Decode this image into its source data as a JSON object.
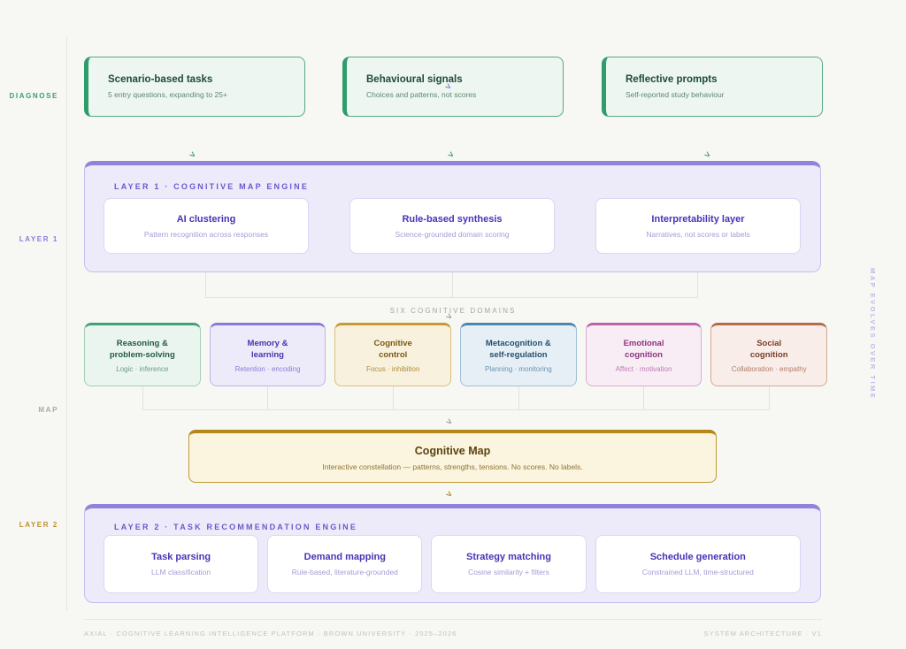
{
  "icons": {
    "flow_arrow": ">"
  },
  "colors": {
    "background": "#F7F7F3",
    "green_accent": "#2E9C6B",
    "purple_accent": "#9183DB",
    "gold_accent": "#B5871A"
  },
  "stage_labels": {
    "diagnose": "DIAGNOSE",
    "layer1": "LAYER 1",
    "map": "MAP",
    "layer2": "LAYER 2"
  },
  "diagnose": {
    "cards": [
      {
        "title": "Scenario-based tasks",
        "subtitle": "5 entry questions, expanding to 25+"
      },
      {
        "title": "Behavioural signals",
        "subtitle": "Choices and patterns, not scores"
      },
      {
        "title": "Reflective prompts",
        "subtitle": "Self-reported study behaviour"
      }
    ]
  },
  "layer1": {
    "header": "LAYER 1 · COGNITIVE MAP ENGINE",
    "cards": [
      {
        "title": "AI clustering",
        "subtitle": "Pattern recognition across responses"
      },
      {
        "title": "Rule-based synthesis",
        "subtitle": "Science-grounded domain scoring"
      },
      {
        "title": "Interpretability layer",
        "subtitle": "Narratives, not scores or labels"
      }
    ]
  },
  "domains": {
    "header": "SIX COGNITIVE DOMAINS",
    "items": [
      {
        "title_line1": "Reasoning &",
        "title_line2": "problem-solving",
        "subtitle": "Logic · inference",
        "accent": "#3FA273"
      },
      {
        "title_line1": "Memory &",
        "title_line2": "learning",
        "subtitle": "Retention · encoding",
        "accent": "#8A77D8"
      },
      {
        "title_line1": "Cognitive",
        "title_line2": "control",
        "subtitle": "Focus · inhibition",
        "accent": "#C49B30"
      },
      {
        "title_line1": "Metacognition &",
        "title_line2": "self-regulation",
        "subtitle": "Planning · monitoring",
        "accent": "#4E86B0"
      },
      {
        "title_line1": "Emotional",
        "title_line2": "cognition",
        "subtitle": "Affect · motivation",
        "accent": "#BB62AE"
      },
      {
        "title_line1": "Social",
        "title_line2": "cognition",
        "subtitle": "Collaboration · empathy",
        "accent": "#B56A4C"
      }
    ]
  },
  "cognitive_map": {
    "title": "Cognitive Map",
    "subtitle": "Interactive constellation — patterns, strengths, tensions. No scores. No labels."
  },
  "layer2": {
    "header": "LAYER 2 · TASK RECOMMENDATION ENGINE",
    "cards": [
      {
        "title": "Task parsing",
        "subtitle": "LLM classification"
      },
      {
        "title": "Demand mapping",
        "subtitle": "Rule-based, literature-grounded"
      },
      {
        "title": "Strategy matching",
        "subtitle": "Cosine similarity + filters"
      },
      {
        "title": "Schedule generation",
        "subtitle": "Constrained LLM, time-structured"
      }
    ]
  },
  "side_note": "MAP EVOLVES OVER TIME",
  "footer": {
    "left": "AXIAL · COGNITIVE LEARNING INTELLIGENCE PLATFORM · BROWN UNIVERSITY · 2025–2026",
    "right": "SYSTEM ARCHITECTURE · V1"
  }
}
